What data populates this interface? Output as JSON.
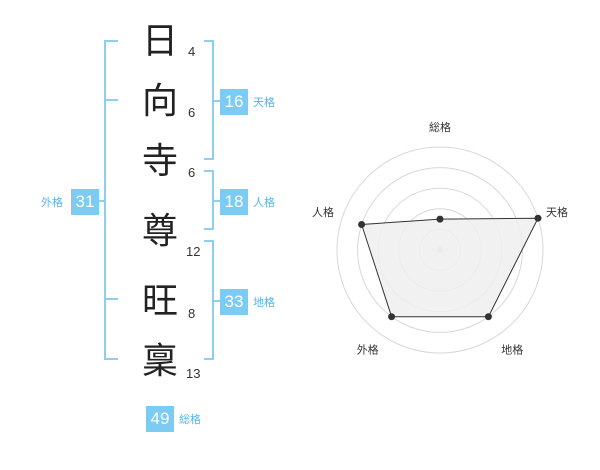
{
  "name": {
    "chars": [
      {
        "char": "日",
        "strokes": "4"
      },
      {
        "char": "向",
        "strokes": "6"
      },
      {
        "char": "寺",
        "strokes": "6"
      },
      {
        "char": "尊",
        "strokes": "12"
      },
      {
        "char": "旺",
        "strokes": "8"
      },
      {
        "char": "稟",
        "strokes": "13"
      }
    ]
  },
  "fortunes": {
    "tenkaku": {
      "value": "16",
      "label": "天格"
    },
    "jinkaku": {
      "value": "18",
      "label": "人格"
    },
    "chikaku": {
      "value": "33",
      "label": "地格"
    },
    "gaikaku": {
      "value": "31",
      "label": "外格"
    },
    "soukaku": {
      "value": "49",
      "label": "総格"
    }
  },
  "colors": {
    "accent": "#7ccbf2",
    "bracket": "#8ccff0",
    "radar_fill": "#eeeeee",
    "radar_line": "#333333"
  },
  "chart_data": {
    "type": "radar",
    "axes": [
      "総格",
      "天格",
      "地格",
      "外格",
      "人格"
    ],
    "levels": 5,
    "values": [
      0.3,
      1.0,
      0.8,
      0.8,
      0.8
    ],
    "grid": true
  }
}
